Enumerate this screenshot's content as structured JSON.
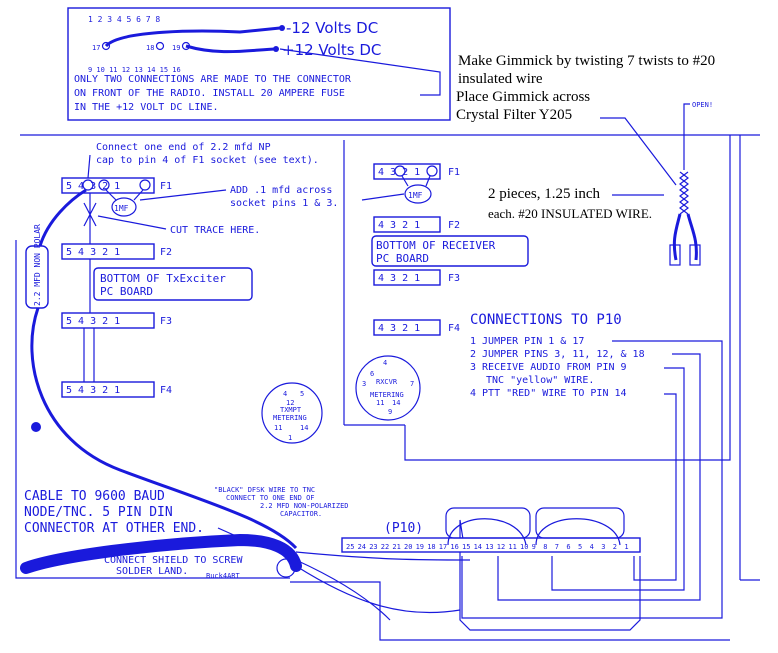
{
  "notes": {
    "radio_power": "ONLY TWO CONNECTIONS ARE MADE TO THE CONNECTOR",
    "radio_power2": "ON FRONT OF THE RADIO. INSTALL 20 AMPERE FUSE",
    "radio_power3": "IN THE +12 VOLT DC LINE.",
    "minus12": "-12 Volts DC",
    "plus12": "+12 Volts DC",
    "gimmick1": "Make Gimmick by twisting 7 twists to #20",
    "gimmick2": "insulated wire",
    "gimmick3": "Place Gimmick across",
    "gimmick4": "Crystal Filter Y205",
    "open": "OPEN!",
    "pieces1": "2 pieces, 1.25 inch",
    "pieces2": "each. #20 INSULATED WIRE.",
    "connect_cap1": "Connect one end of 2.2 mfd NP",
    "connect_cap2": "cap to pin 4 of F1 socket (see text).",
    "add_cap1": "ADD .1 mfd across",
    "add_cap2": "socket pins 1 & 3.",
    "cut_trace": "CUT TRACE HERE.",
    "tx_board1": "BOTTOM OF TxExciter",
    "tx_board2": "PC BOARD",
    "rx_board1": "BOTTOM OF RECEIVER",
    "rx_board2": "PC BOARD",
    "cap_label": "2.2 MFD NON POLAR",
    "imf": "1MF",
    "cable1": "CABLE TO 9600 BAUD",
    "cable2": "NODE/TNC.  5 PIN DIN",
    "cable3": "CONNECTOR AT OTHER END.",
    "shield1": "CONNECT SHIELD TO SCREW",
    "shield2": "SOLDER LAND.",
    "black1": "\"BLACK\" DFSK WIRE TO TNC",
    "black2": "CONNECT TO ONE END OF",
    "black3": "2.2 MFD NON-POLARIZED",
    "black4": "CAPACITOR.",
    "p10": "(P10)",
    "author": "Buck4ART",
    "conn_title": "CONNECTIONS TO P10",
    "conn1": "1  JUMPER PIN 1 & 17",
    "conn2": "2  JUMPER PINS 3, 11, 12, & 18",
    "conn3": "3  RECEIVE AUDIO FROM PIN 9",
    "conn3b": "TNC \"yellow\" WIRE.",
    "conn4": "4  PTT \"RED\" WIRE TO PIN 14",
    "txmpt": "TXMPT",
    "metering": "METERING",
    "rxcvr": "RXCVR"
  },
  "sockets": {
    "f1": "F1",
    "f2": "F2",
    "f3": "F3",
    "f4": "F4",
    "pins5": "5 4 3 2 1",
    "pins4": "4 3 2 1"
  },
  "p10_pins": [
    "25",
    "24",
    "23",
    "22",
    "21",
    "20",
    "19",
    "18",
    "17",
    "16",
    "15",
    "14",
    "13",
    "12",
    "11",
    "10",
    "9",
    "8",
    "7",
    "6",
    "5",
    "4",
    "3",
    "2",
    "1"
  ],
  "top_connector": {
    "row1": "1  2  3  4  5  6  7  8",
    "row3": "9 10 11 12 13 14 15 16",
    "p17": "17",
    "p18": "18",
    "p19": "19"
  }
}
